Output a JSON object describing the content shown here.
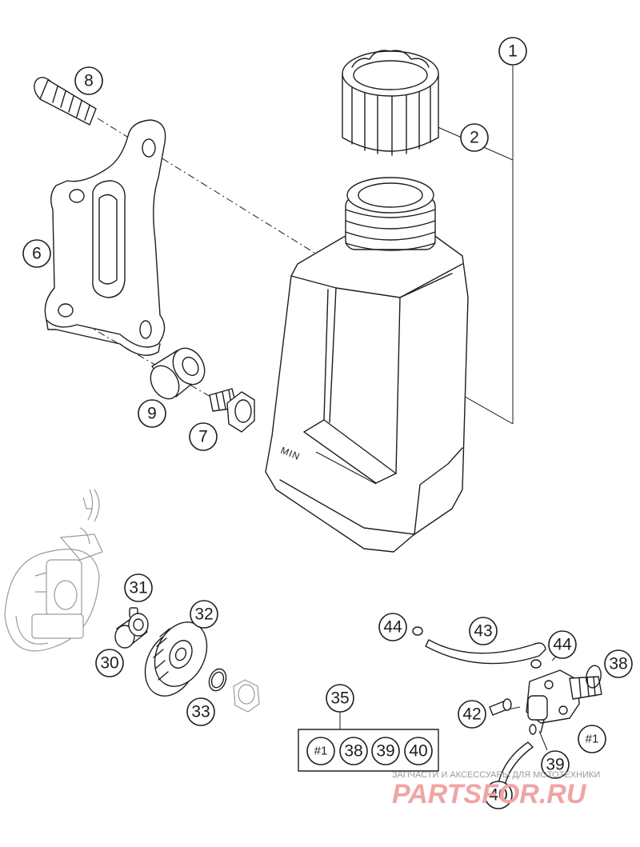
{
  "diagram": {
    "callouts": {
      "c1": "1",
      "c2": "2",
      "c6": "6",
      "c7": "7",
      "c8": "8",
      "c9": "9",
      "c30": "30",
      "c31": "31",
      "c32": "32",
      "c33": "33",
      "c35": "35",
      "c38": "38",
      "c39": "39",
      "c40": "40",
      "c42": "42",
      "c43": "43",
      "c44a": "44",
      "c44b": "44",
      "cp1": "#1"
    },
    "kit_items": [
      "#1",
      "38",
      "39",
      "40"
    ],
    "tank_label": "MIN"
  },
  "watermark": {
    "tagline": "ЗАПЧАСТИ И АКСЕССУАРЫ ДЛЯ МОТОТЕХНИКИ",
    "logo": "PARTSFOR.RU"
  }
}
